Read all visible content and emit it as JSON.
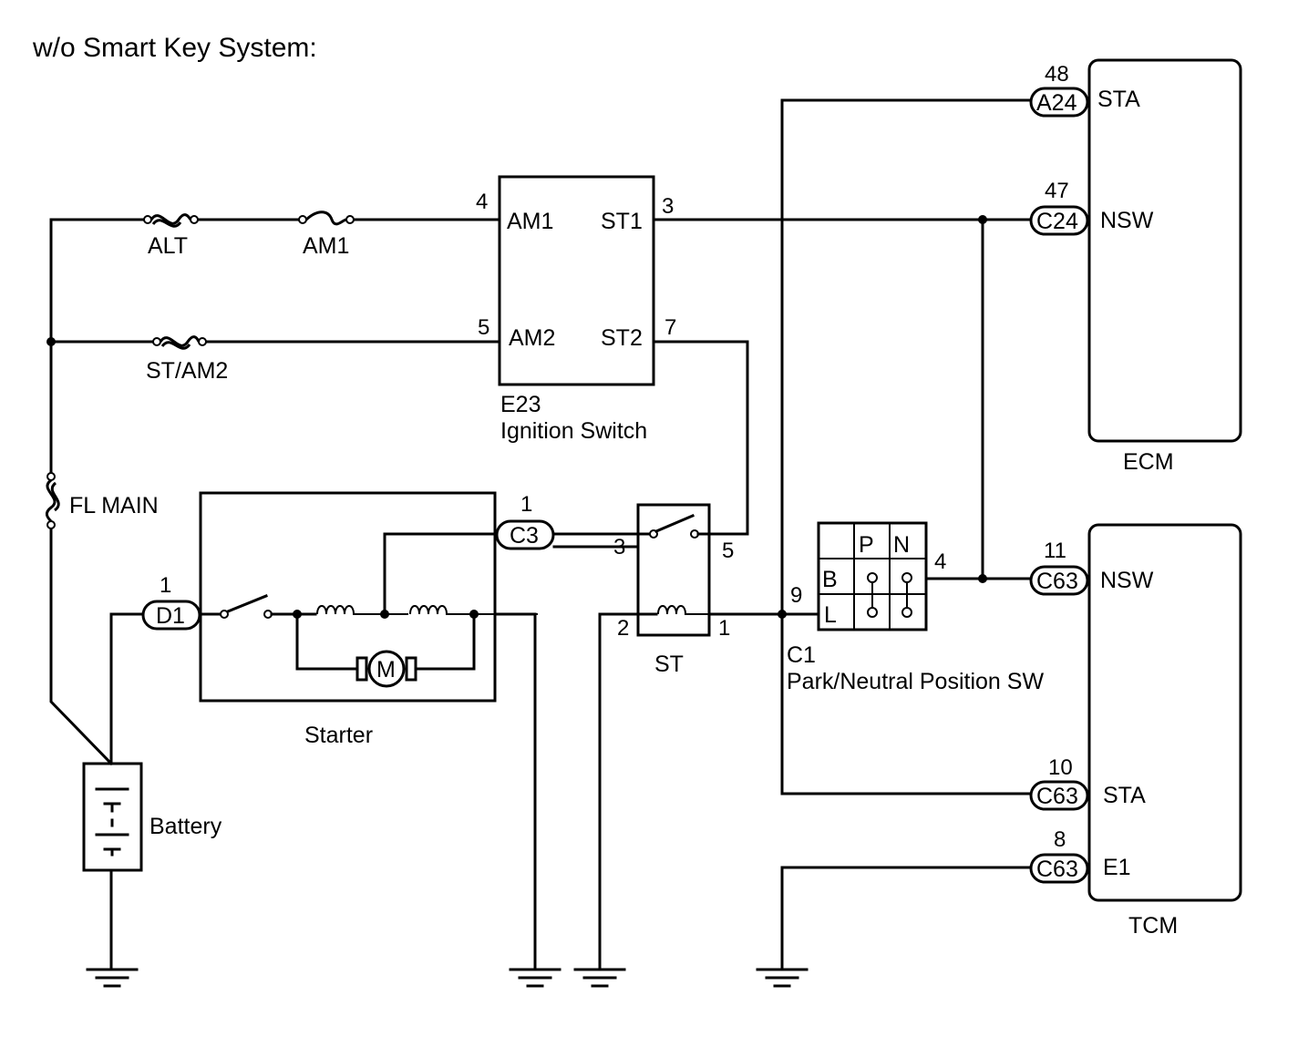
{
  "title": "w/o Smart Key System:",
  "fuses": {
    "alt": "ALT",
    "am1": "AM1",
    "st_am2": "ST/AM2",
    "fl_main": "FL MAIN"
  },
  "ignition_switch": {
    "code": "E23",
    "name": "Ignition Switch",
    "am1": "AM1",
    "am2": "AM2",
    "st1": "ST1",
    "st2": "ST2",
    "pin_am1": "4",
    "pin_am2": "5",
    "pin_st1": "3",
    "pin_st2": "7"
  },
  "starter": {
    "name": "Starter",
    "motor": "M",
    "conn_d1": "D1",
    "pin_d1": "1",
    "conn_c3": "C3",
    "pin_c3": "1"
  },
  "relay": {
    "name": "ST",
    "pin_3": "3",
    "pin_5": "5",
    "pin_2": "2",
    "pin_1": "1"
  },
  "battery": {
    "name": "Battery"
  },
  "pnp_switch": {
    "code": "C1",
    "name": "Park/Neutral Position SW",
    "p": "P",
    "n": "N",
    "b": "B",
    "l": "L",
    "pin_9": "9",
    "pin_4": "4"
  },
  "ecm": {
    "name": "ECM",
    "sta_label": "STA",
    "sta_conn": "A24",
    "sta_pin": "48",
    "nsw_label": "NSW",
    "nsw_conn": "C24",
    "nsw_pin": "47"
  },
  "tcm": {
    "name": "TCM",
    "nsw_label": "NSW",
    "nsw_conn": "C63",
    "nsw_pin": "11",
    "sta_label": "STA",
    "sta_conn": "C63",
    "sta_pin": "10",
    "e1_label": "E1",
    "e1_conn": "C63",
    "e1_pin": "8"
  }
}
